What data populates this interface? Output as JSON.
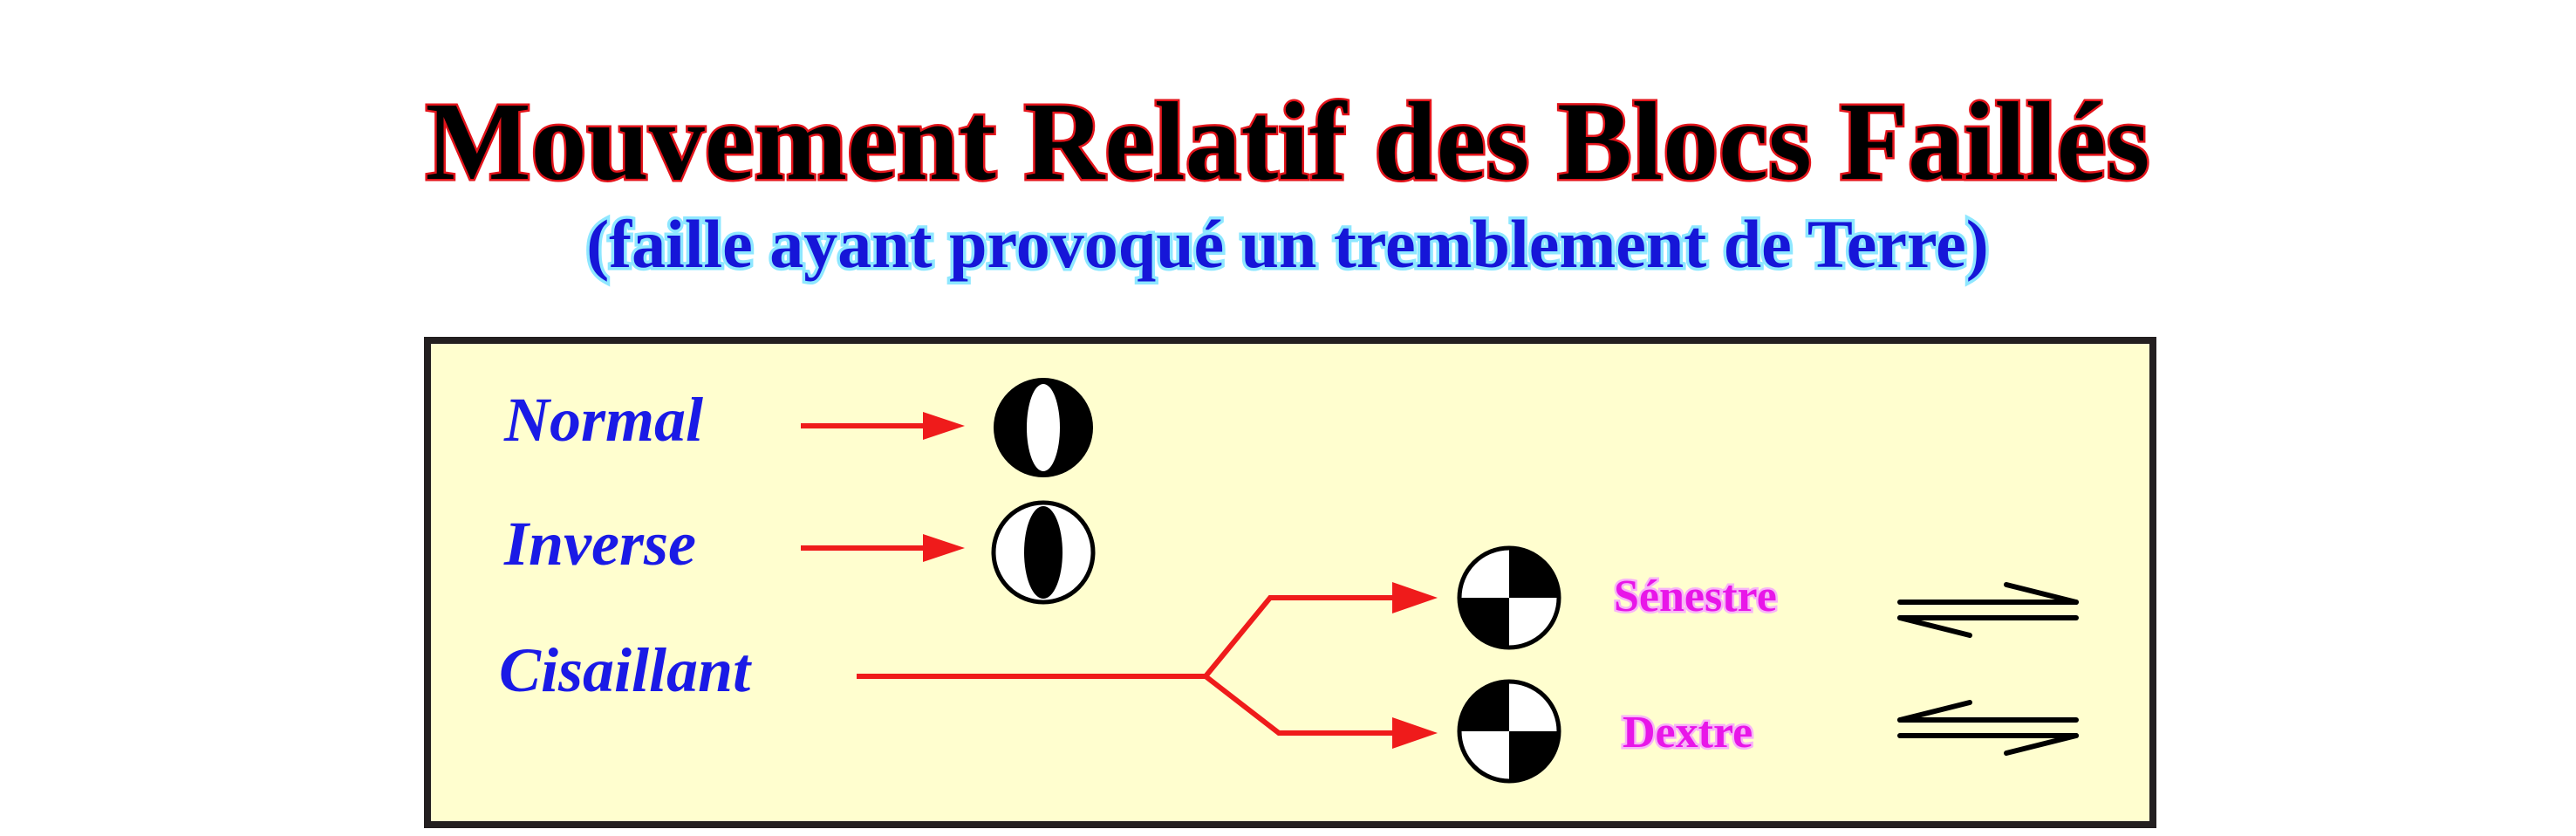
{
  "title": "Mouvement Relatif des Blocs Faillés",
  "subtitle": "(faille ayant provoqué un tremblement de Terre)",
  "labels": {
    "normal": "Normal",
    "inverse": "Inverse",
    "cisaillant": "Cisaillant",
    "senestre": "Sénestre",
    "dextre": "Dextre"
  },
  "colors": {
    "title_fill": "#000000",
    "title_outline": "#e3141b",
    "subtitle": "#1616d8",
    "subtitle_glow": "#8ee7ff",
    "panel_bg": "#fffecf",
    "panel_border": "#231f20",
    "fault_label": "#1a1ae6",
    "movement_label": "#e816e8",
    "movement_glow": "#f7b3f7",
    "arrow": "#ef1b1b",
    "symbol": "#000000"
  },
  "icons": {
    "normal_symbol": "focal-mechanism-normal-icon",
    "inverse_symbol": "focal-mechanism-inverse-icon",
    "senestre_symbol": "focal-mechanism-strike-slip-senestre-icon",
    "dextre_symbol": "focal-mechanism-strike-slip-dextre-icon",
    "senestre_arrows": "half-arrows-senestre-icon",
    "dextre_arrows": "half-arrows-dextre-icon"
  }
}
